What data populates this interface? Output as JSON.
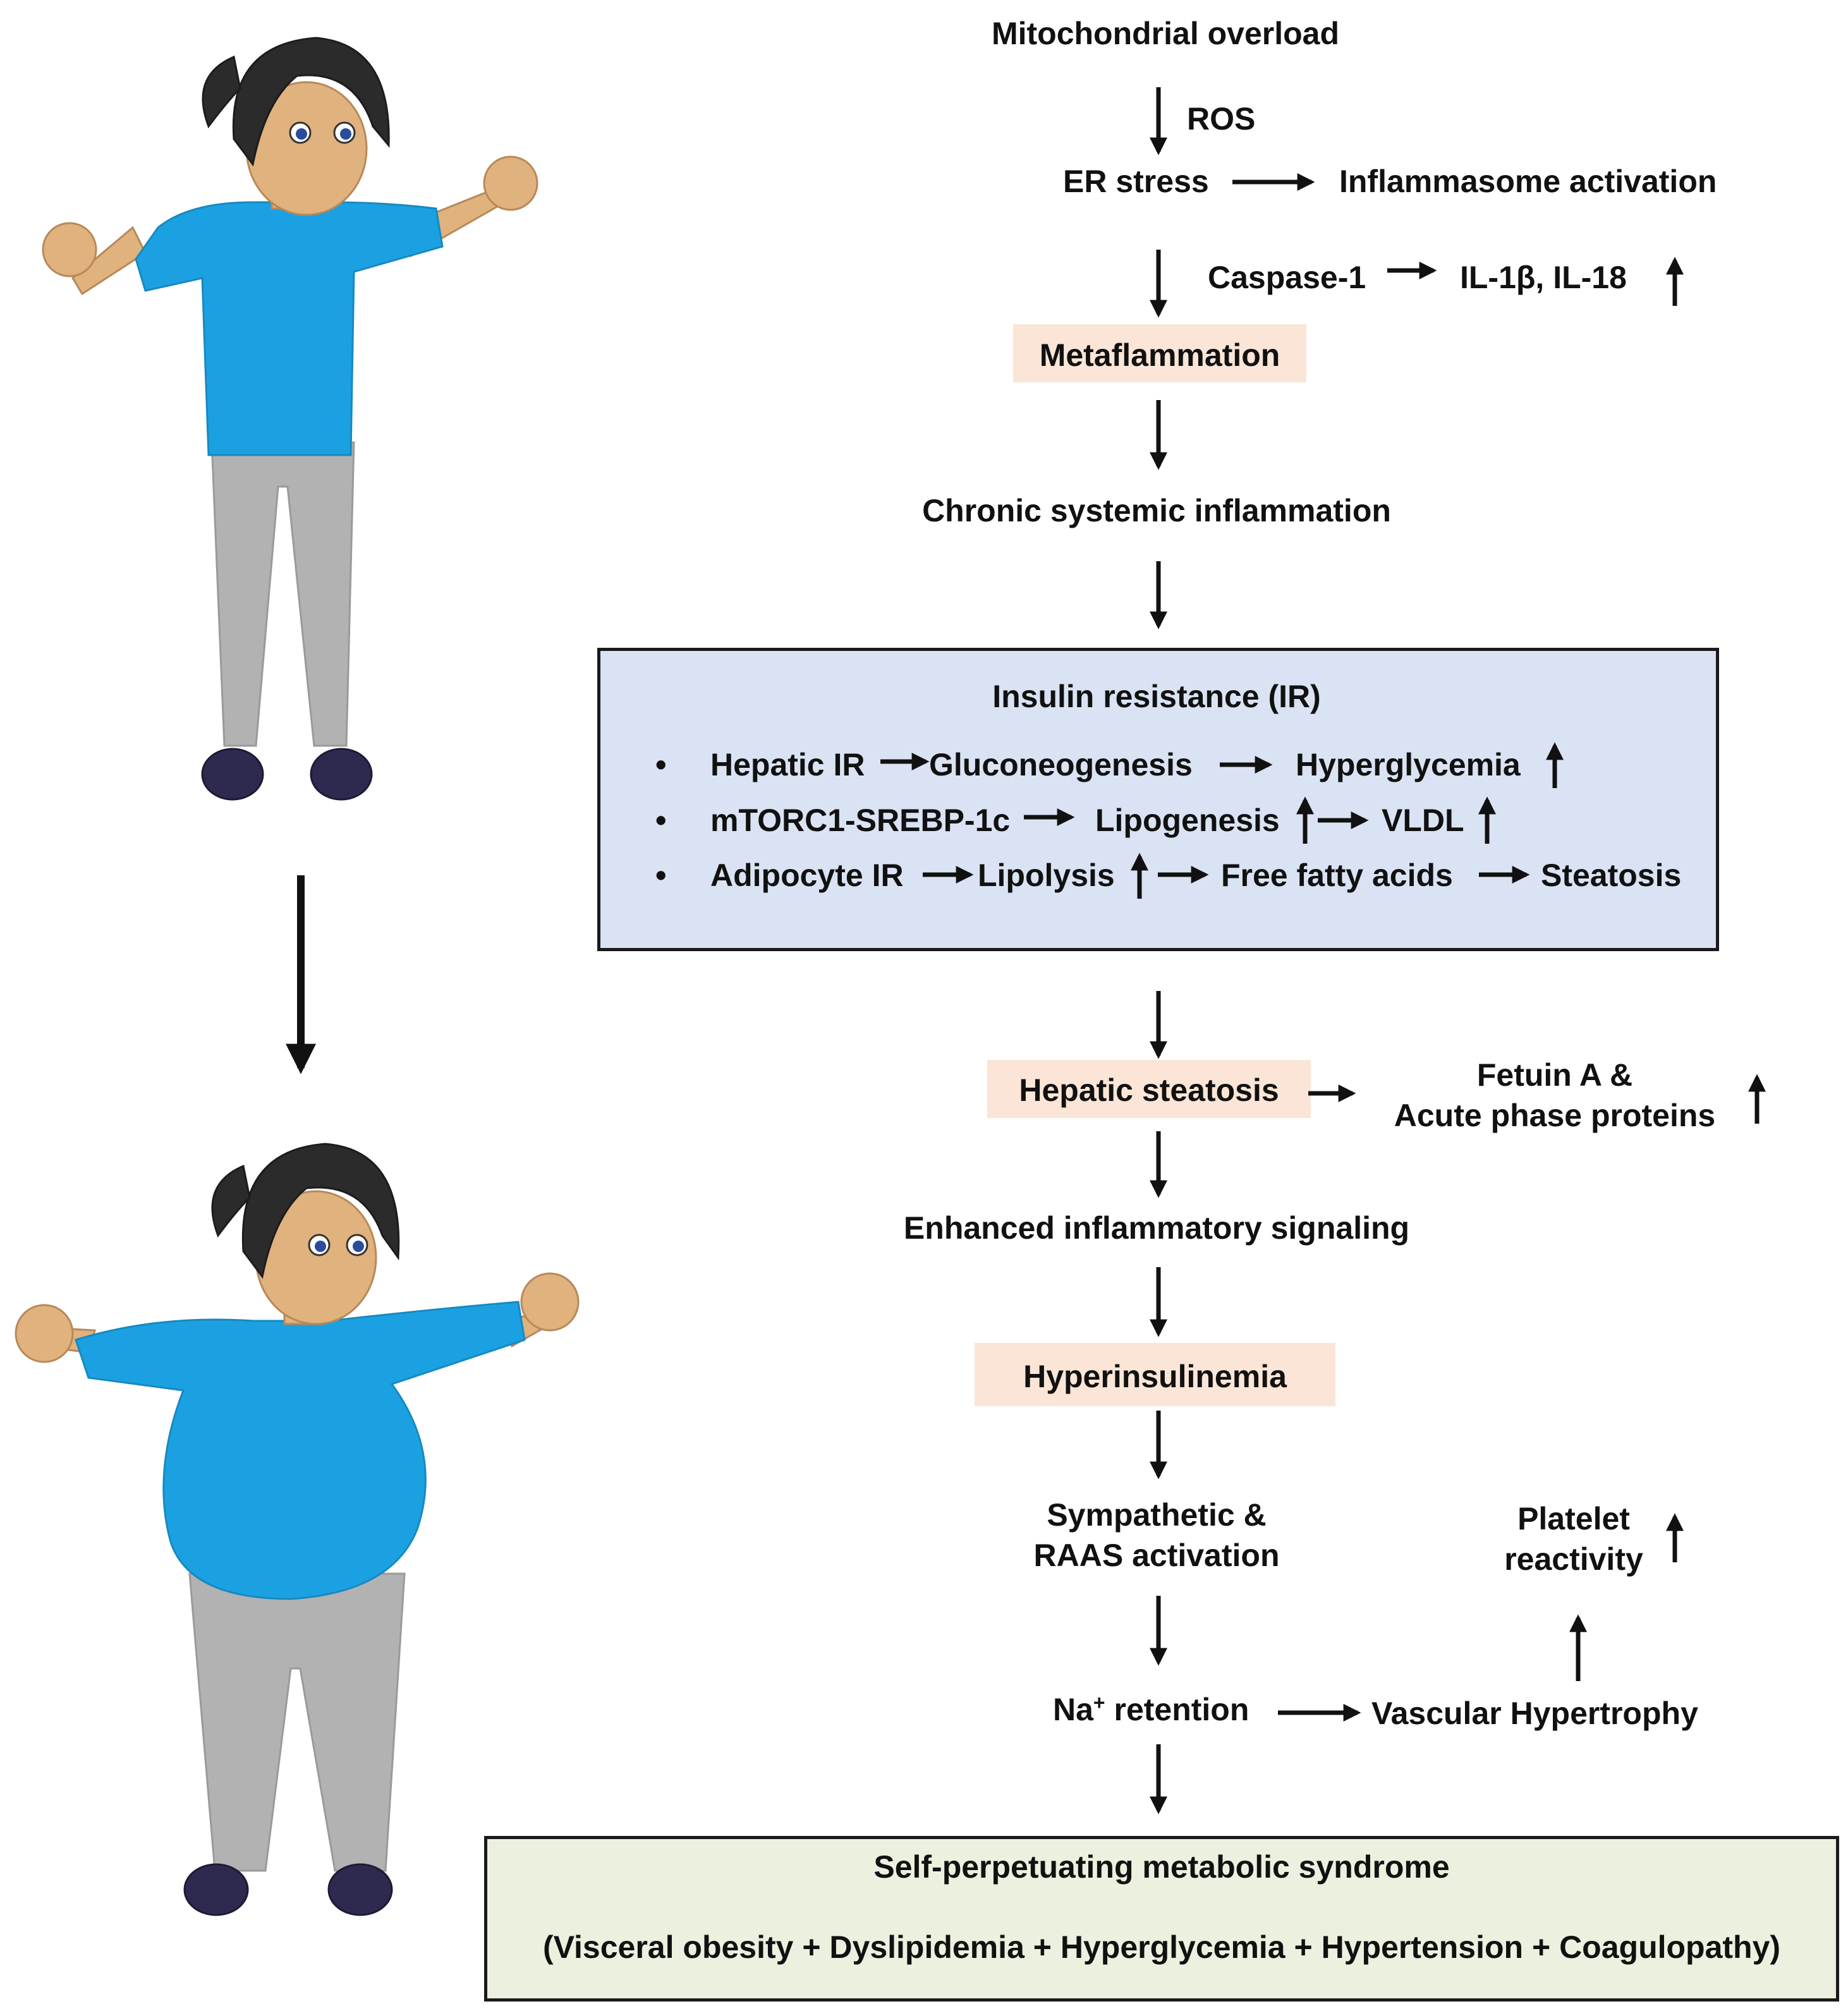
{
  "colors": {
    "ir_box_fill": "#dae3f3",
    "highlight_fill": "#fbe5d6",
    "syndrome_box_fill": "#ebf1de",
    "shirt": "#1ba1e2",
    "pants": "#b2b2b2",
    "skin": "#e0b27d",
    "hair": "#2b2b2b",
    "shoes": "#2e2a4f",
    "text": "#111111"
  },
  "flow": {
    "mito_overload": "Mitochondrial overload",
    "ros": "ROS",
    "er_stress": "ER stress",
    "inflammasome": "Inflammasome activation",
    "caspase": "Caspase-1",
    "il": "IL-1β, IL-18",
    "metaflammation": "Metaflammation",
    "chronic": "Chronic systemic inflammation",
    "ir_title": "Insulin resistance (IR)",
    "bullet": "•",
    "hepatic_ir": "Hepatic IR",
    "gluconeo": "Gluconeogenesis",
    "hyperglycemia": "Hyperglycemia",
    "mtorc": "mTORC1-SREBP-1c",
    "lipogenesis": "Lipogenesis",
    "vldl": "VLDL",
    "adipocyte": "Adipocyte IR",
    "lipolysis": "Lipolysis",
    "ffa": "Free fatty acids",
    "steatosis": "Steatosis",
    "hep_steatosis": "Hepatic steatosis",
    "fetuin_1": "Fetuin A &",
    "fetuin_2": "Acute phase proteins",
    "enhanced": "Enhanced inflammatory signaling",
    "hyperinsulinemia": "Hyperinsulinemia",
    "sympathetic_1": "Sympathetic &",
    "sympathetic_2": "RAAS  activation",
    "platelet_1": "Platelet",
    "platelet_2": "reactivity",
    "na_base": "Na",
    "na_sup": "+",
    "na_rest": " retention",
    "vascular": "Vascular Hypertrophy",
    "syndrome_title": "Self-perpetuating metabolic syndrome",
    "syndrome_detail": "(Visceral obesity + Dyslipidemia + Hyperglycemia + Hypertension + Coagulopathy)"
  }
}
